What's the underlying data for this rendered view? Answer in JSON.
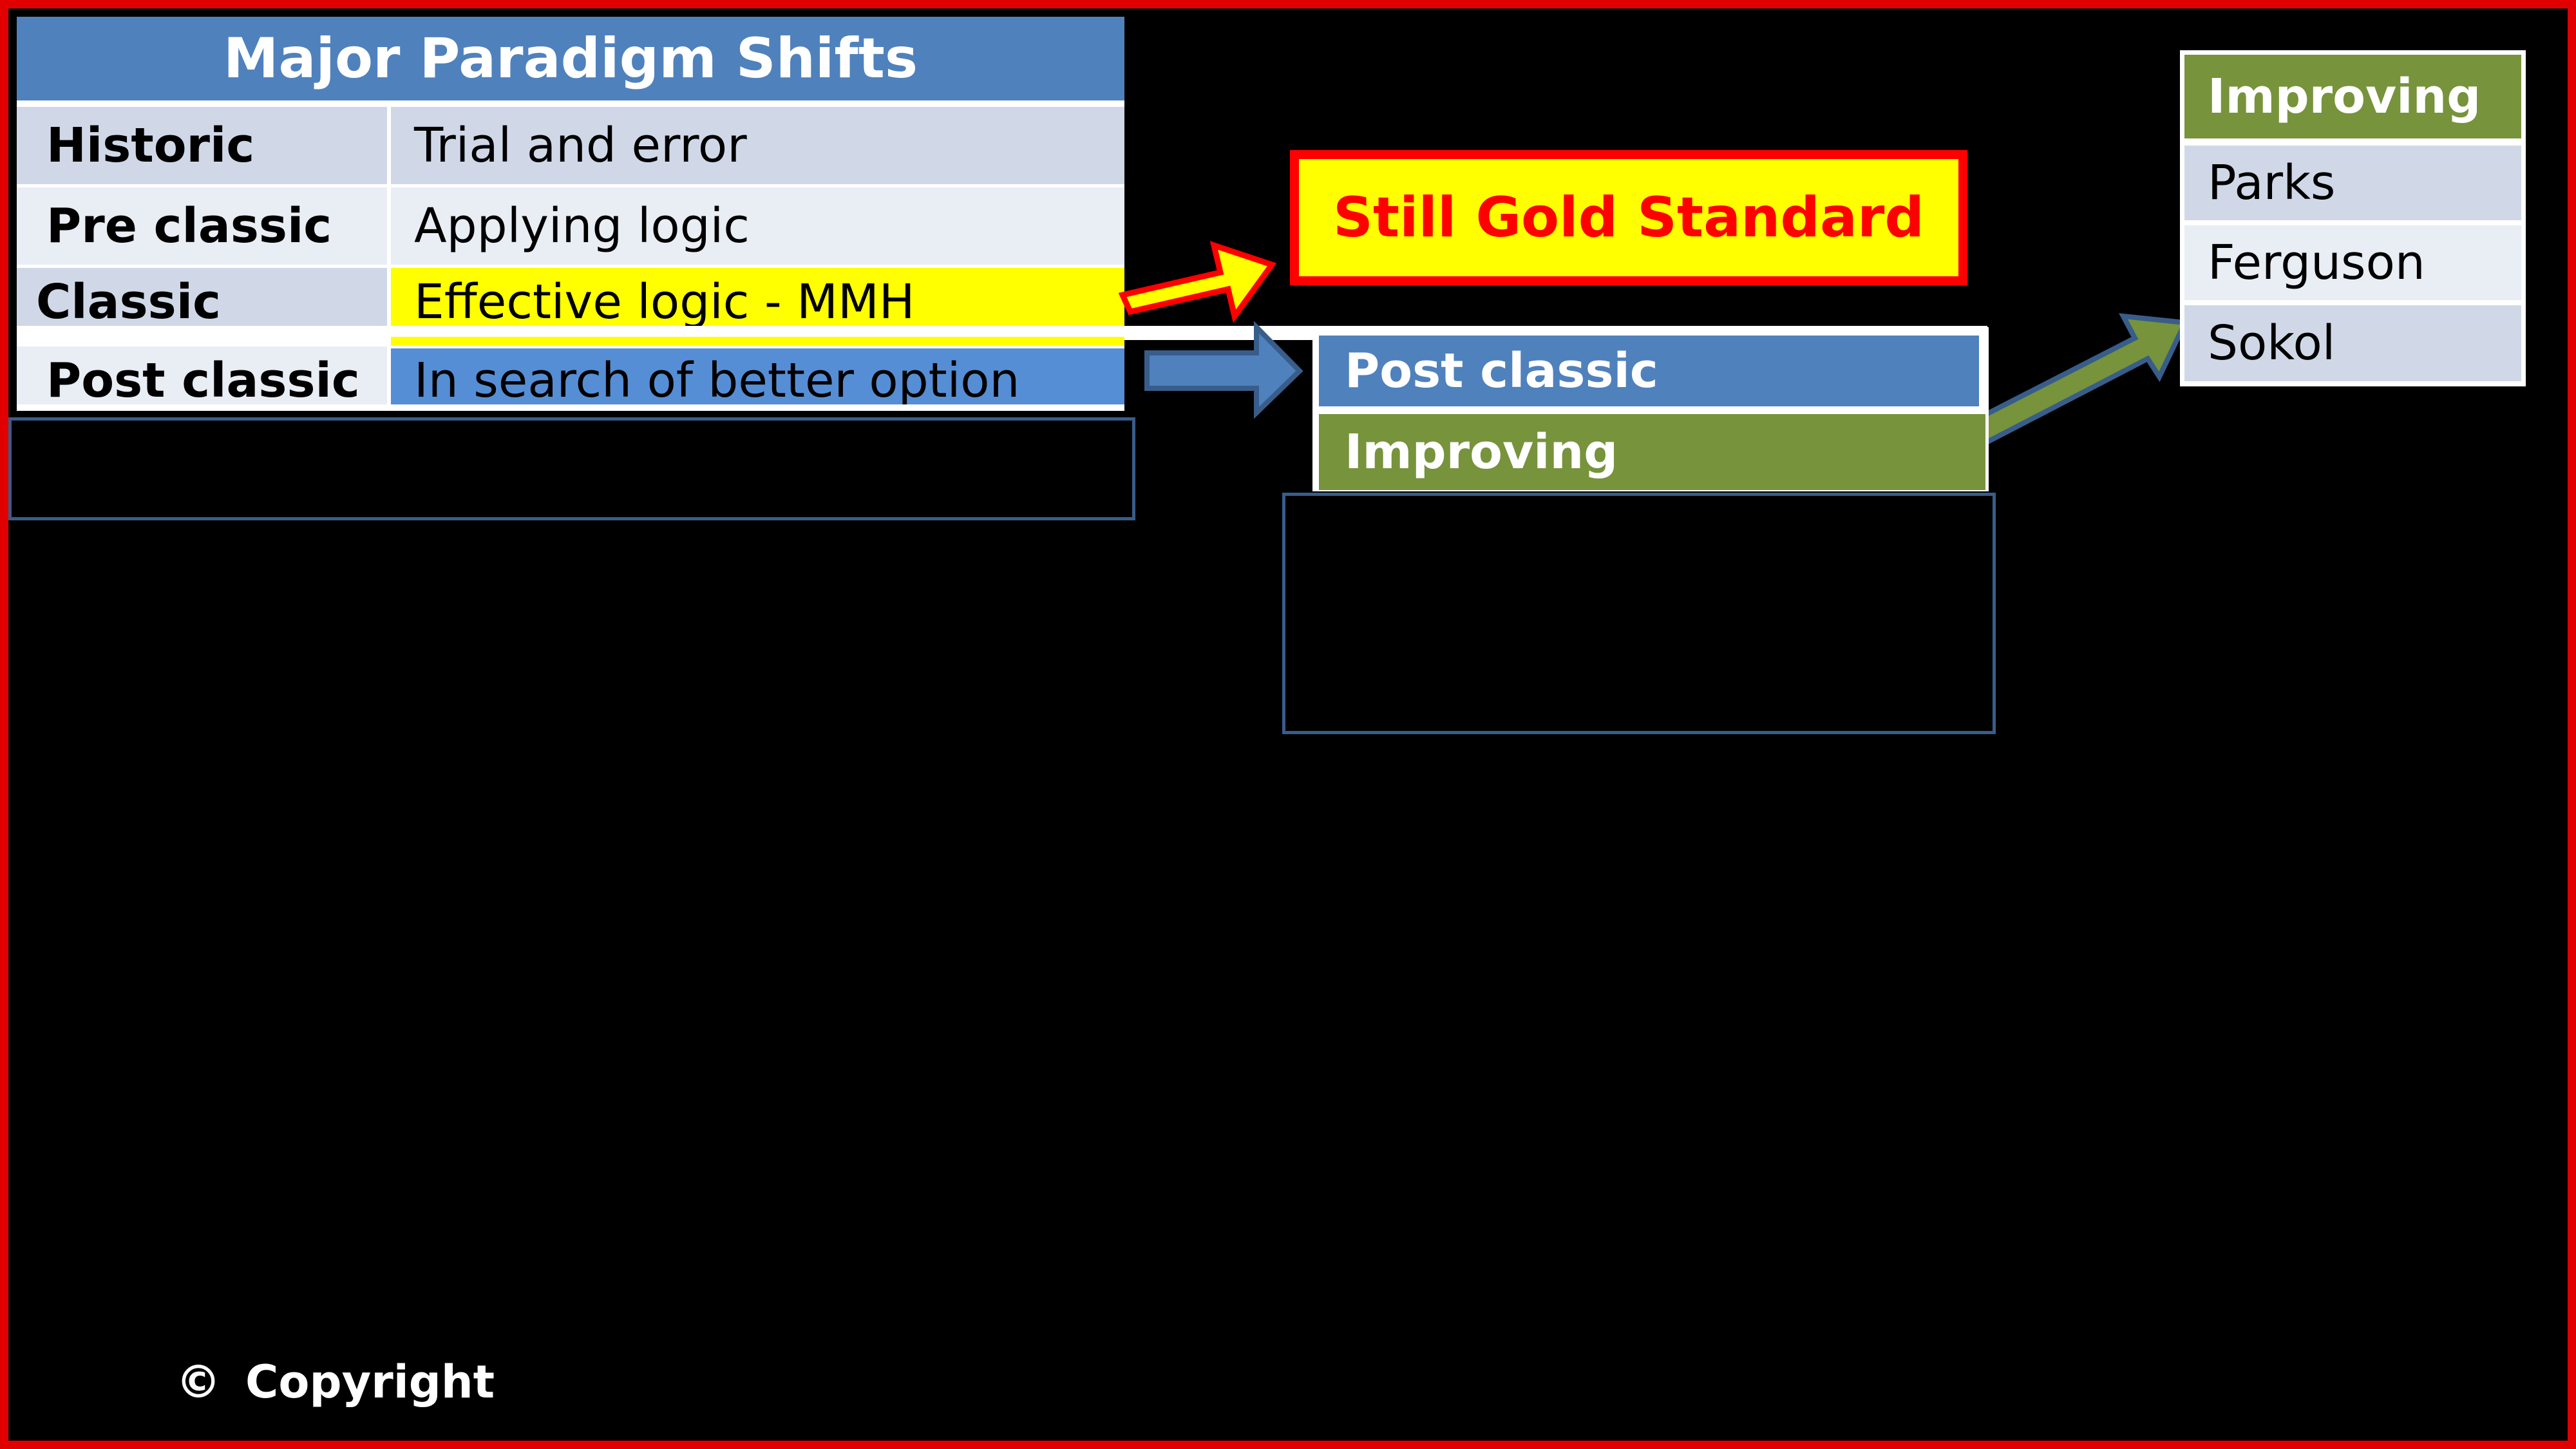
{
  "main_table": {
    "title": "Major  Paradigm Shifts",
    "rows": [
      {
        "label": "Historic",
        "value": "Trial and error"
      },
      {
        "label": "Pre classic",
        "value": "Applying logic"
      },
      {
        "label": "Classic",
        "value": "Effective logic - MMH"
      },
      {
        "label": "Post classic",
        "value": "In search of better option"
      }
    ]
  },
  "callout": {
    "text": "Still Gold Standard"
  },
  "mid_table": {
    "row1": "Post classic",
    "row2": "Improving"
  },
  "right_table": {
    "header": "Improving",
    "items": [
      "Parks",
      "Ferguson",
      "Sokol"
    ]
  },
  "footer": {
    "copyright_symbol": "©",
    "copyright_text": "Copyright"
  },
  "colors": {
    "border_red": "#e00000",
    "header_blue": "#4f81bd",
    "row_light": "#e9edf4",
    "row_mid": "#d0d8e8",
    "highlight_yellow": "#ffff00",
    "green": "#77933c"
  }
}
